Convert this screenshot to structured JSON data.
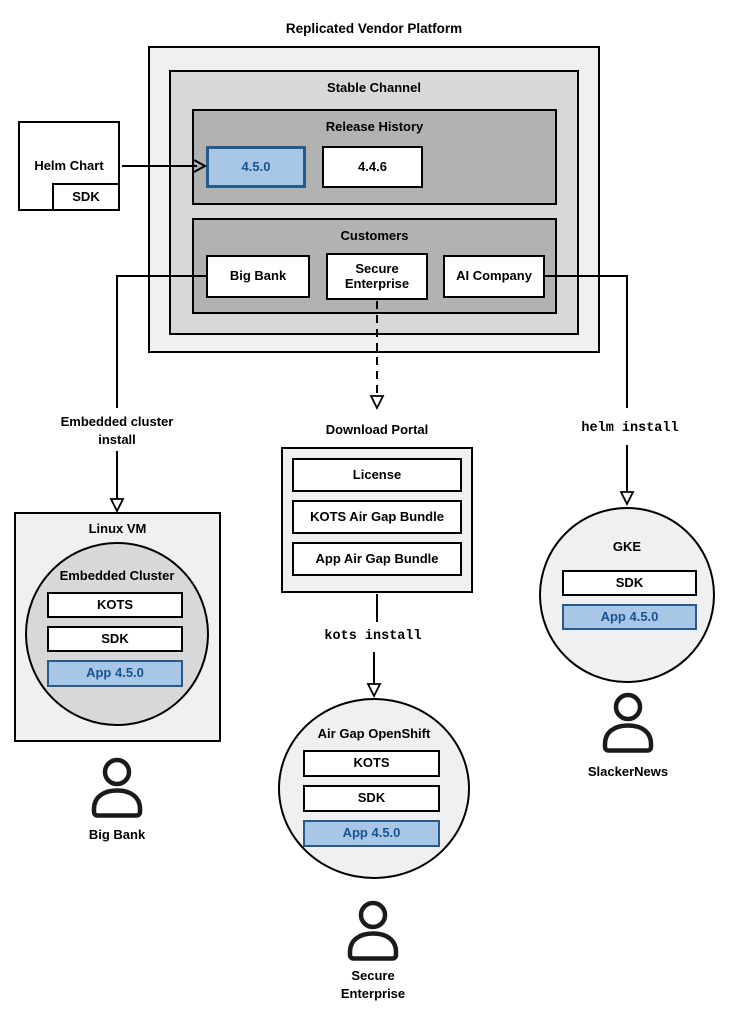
{
  "title": "Replicated Vendor Platform",
  "colors": {
    "highlight_fill": "#a8c7e7",
    "highlight_border": "#265a8b",
    "highlight_text": "#1a5390",
    "container_light": "#f0f0f0",
    "container_medium": "#d8d8d8",
    "container_dark": "#b2b2b2"
  },
  "platform": {
    "stable_channel": {
      "label": "Stable Channel",
      "release_history": {
        "label": "Release History",
        "releases": [
          {
            "version": "4.5.0",
            "highlighted": true
          },
          {
            "version": "4.4.6",
            "highlighted": false
          }
        ]
      },
      "customers": {
        "label": "Customers",
        "items": [
          "Big Bank",
          "Secure Enterprise",
          "AI Company"
        ]
      }
    }
  },
  "helm_chart": {
    "label": "Helm Chart",
    "sdk": "SDK"
  },
  "flows": {
    "embedded_install": {
      "lines": [
        "Embedded cluster",
        "install"
      ]
    },
    "kots_install": {
      "label": "kots install"
    },
    "helm_install": {
      "label": "helm install"
    }
  },
  "download_portal": {
    "label": "Download Portal",
    "items": [
      "License",
      "KOTS Air Gap Bundle",
      "App Air Gap Bundle"
    ]
  },
  "linux_vm": {
    "label": "Linux VM",
    "cluster": {
      "label": "Embedded Cluster",
      "components": [
        "KOTS",
        "SDK"
      ],
      "app": "App 4.5.0"
    },
    "user": "Big Bank"
  },
  "openshift": {
    "label": "Air Gap OpenShift",
    "components": [
      "KOTS",
      "SDK"
    ],
    "app": "App 4.5.0",
    "user_lines": [
      "Secure",
      "Enterprise"
    ]
  },
  "gke": {
    "label": "GKE",
    "components": [
      "SDK"
    ],
    "app": "App 4.5.0",
    "user": "SlackerNews"
  }
}
